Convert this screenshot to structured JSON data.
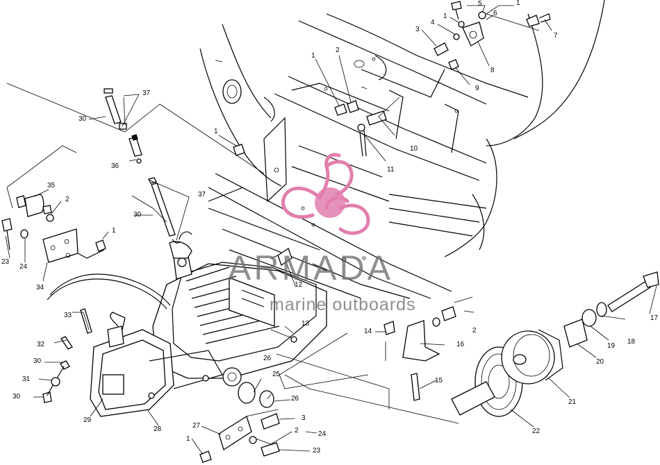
{
  "diagram": {
    "callouts": [
      "1",
      "2",
      "3",
      "4",
      "5",
      "6",
      "7",
      "8",
      "9",
      "10",
      "11",
      "12",
      "13",
      "14",
      "15",
      "16",
      "17",
      "18",
      "19",
      "20",
      "21",
      "22",
      "23",
      "24",
      "25",
      "26",
      "27",
      "28",
      "29",
      "30",
      "31",
      "32",
      "33",
      "34",
      "35",
      "36",
      "37"
    ]
  },
  "watermark": {
    "brand": "ARMADA",
    "tagline": "marine outboards",
    "color": "#e27fae"
  },
  "colors": {
    "ink": "#000000",
    "accent": "#e27fae"
  }
}
